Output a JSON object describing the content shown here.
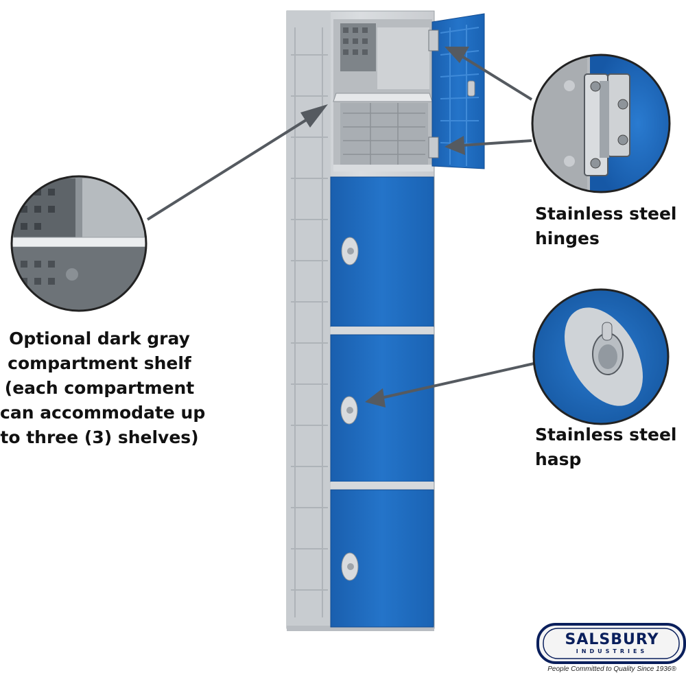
{
  "callouts": {
    "shelf": {
      "lines": [
        "Optional dark gray",
        "compartment shelf",
        "(each compartment",
        "can accommodate up",
        "to three (3) shelves)"
      ]
    },
    "hinges": {
      "lines": [
        "Stainless steel",
        "hinges"
      ]
    },
    "hasp": {
      "lines": [
        "Stainless steel",
        "hasp"
      ]
    }
  },
  "logo": {
    "name": "SALSBURY",
    "sub": "INDUSTRIES",
    "tagline": "People Committed to Quality Since 1936®"
  },
  "colors": {
    "door_blue": "#1f6fc4",
    "frame_gray": "#cfd2d5",
    "arrow": "#555a60",
    "logo_navy": "#0a1f5c"
  },
  "icons": [
    "lock-icon",
    "hinge-icon"
  ]
}
